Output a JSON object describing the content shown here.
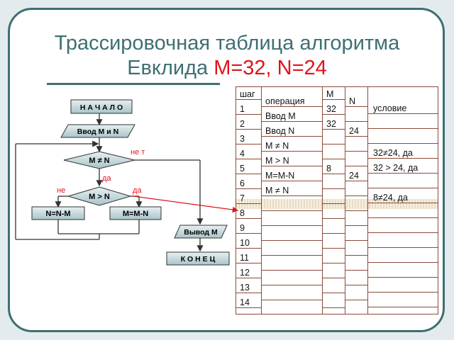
{
  "title": {
    "main": "Трассировочная таблица алгоритма Евклида ",
    "highlight": "M=32, N=24"
  },
  "flowchart": {
    "start": "Н А Ч А Л О",
    "input": "Ввод M и N",
    "cond1": "M ≠ N",
    "cond1_no": "не т",
    "cond1_yes": "да",
    "cond2": "M > N",
    "cond2_no": "не",
    "cond2_yes": "да",
    "assign_n": "N=N-M",
    "assign_m": "M=M-N",
    "output": "Вывод M",
    "end": "К О Н Е Ц"
  },
  "table": {
    "headers": [
      "шаг",
      "операция",
      "M",
      "N",
      "условие"
    ],
    "rows": [
      [
        "1",
        "Ввод M",
        "32",
        "",
        ""
      ],
      [
        "2",
        "Ввод N",
        "32",
        "24",
        ""
      ],
      [
        "3",
        "M ≠ N",
        "",
        "",
        "32≠24, да"
      ],
      [
        "4",
        "M > N",
        "",
        "",
        "32 > 24, да"
      ],
      [
        "5",
        "M=M-N",
        "8",
        "24",
        ""
      ],
      [
        "6",
        "M ≠ N",
        "",
        "",
        "8≠24, да"
      ],
      [
        "7",
        "",
        "",
        "",
        ""
      ],
      [
        "8",
        "",
        "",
        "",
        ""
      ],
      [
        "9",
        "",
        "",
        "",
        ""
      ],
      [
        "10",
        "",
        "",
        "",
        ""
      ],
      [
        "11",
        "",
        "",
        "",
        ""
      ],
      [
        "12",
        "",
        "",
        "",
        ""
      ],
      [
        "13",
        "",
        "",
        "",
        ""
      ],
      [
        "14",
        "",
        "",
        "",
        ""
      ]
    ],
    "highlight_row": 7
  },
  "colors": {
    "accent": "#3e6f73",
    "highlight": "#e0141b",
    "shape_fill": "#c9dde0"
  }
}
